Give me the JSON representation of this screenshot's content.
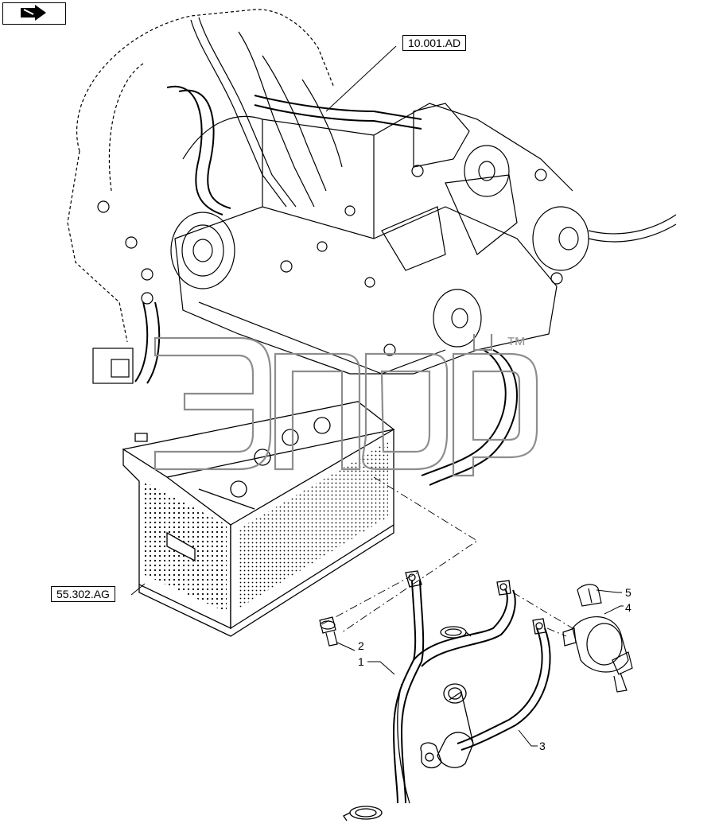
{
  "navigation": {
    "icon": "next-page-arrow-icon"
  },
  "references": [
    {
      "id": "ref-engine",
      "label": "10.001.AD"
    },
    {
      "id": "ref-battery",
      "label": "55.302.AG"
    }
  ],
  "callouts": [
    "1",
    "2",
    "3",
    "4",
    "5"
  ],
  "watermark": {
    "mark": "™"
  },
  "colors": {
    "line": "#000000",
    "watermark": "#9a9a9a",
    "background": "#ffffff"
  }
}
